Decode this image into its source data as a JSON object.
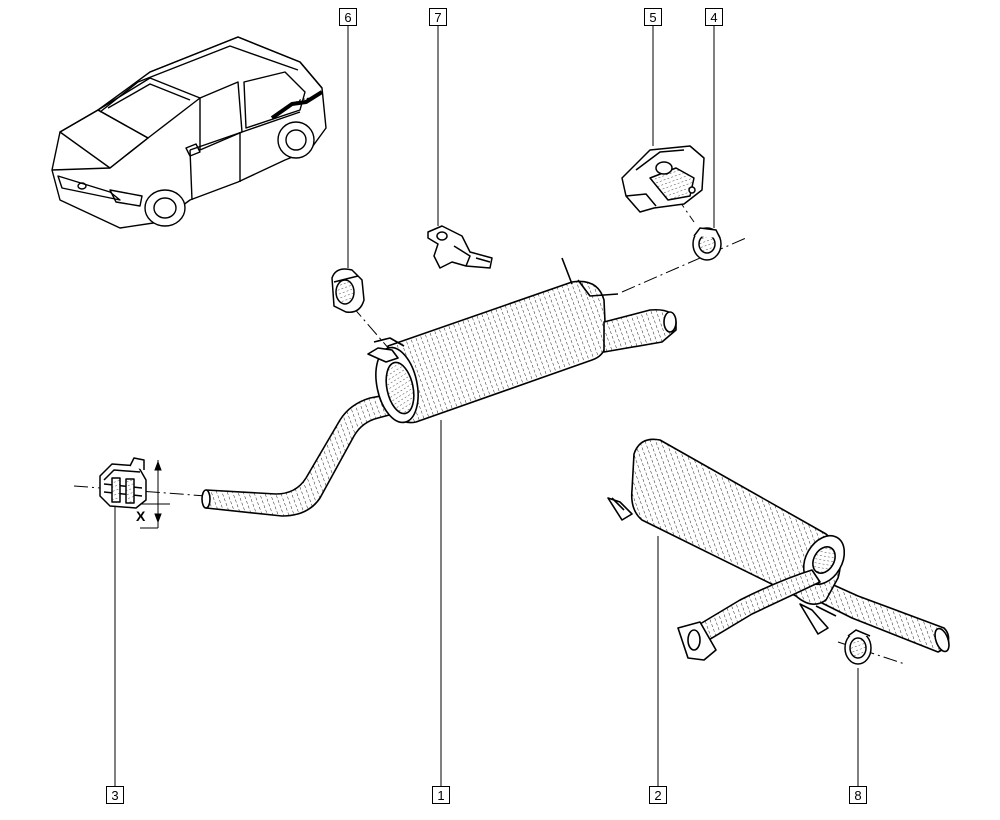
{
  "callouts": [
    {
      "id": "1",
      "label": "1"
    },
    {
      "id": "2",
      "label": "2"
    },
    {
      "id": "3",
      "label": "3"
    },
    {
      "id": "4",
      "label": "4"
    },
    {
      "id": "5",
      "label": "5"
    },
    {
      "id": "6",
      "label": "6"
    },
    {
      "id": "7",
      "label": "7"
    },
    {
      "id": "8",
      "label": "8"
    }
  ],
  "dimension": {
    "label": "X"
  },
  "colors": {
    "line": "#000000",
    "background": "#ffffff",
    "hatch": "#222222"
  }
}
